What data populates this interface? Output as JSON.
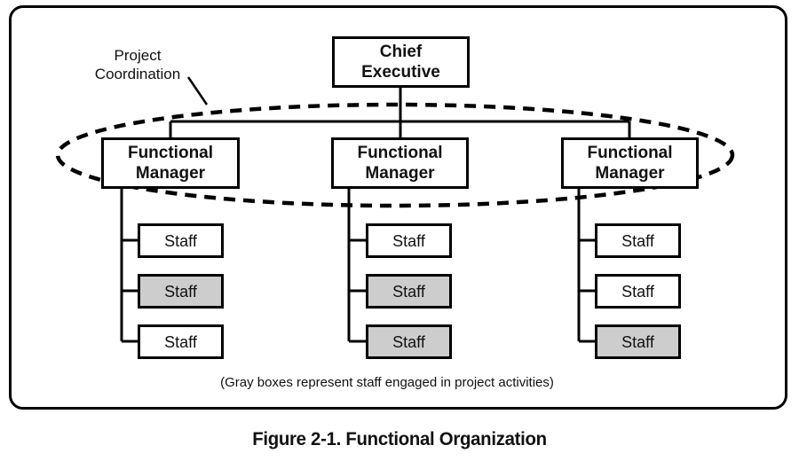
{
  "colors": {
    "line": "#000000",
    "gray_box": "#cdcdcd",
    "background": "#ffffff"
  },
  "annotation": {
    "line1": "Project",
    "line2": "Coordination"
  },
  "chart": {
    "root": {
      "line1": "Chief",
      "line2": "Executive"
    },
    "managers": [
      {
        "line1": "Functional",
        "line2": "Manager"
      },
      {
        "line1": "Functional",
        "line2": "Manager"
      },
      {
        "line1": "Functional",
        "line2": "Manager"
      }
    ],
    "columns": [
      {
        "staff": [
          {
            "label": "Staff",
            "gray": false
          },
          {
            "label": "Staff",
            "gray": true
          },
          {
            "label": "Staff",
            "gray": false
          }
        ]
      },
      {
        "staff": [
          {
            "label": "Staff",
            "gray": false
          },
          {
            "label": "Staff",
            "gray": true
          },
          {
            "label": "Staff",
            "gray": true
          }
        ]
      },
      {
        "staff": [
          {
            "label": "Staff",
            "gray": false
          },
          {
            "label": "Staff",
            "gray": false
          },
          {
            "label": "Staff",
            "gray": true
          }
        ]
      }
    ]
  },
  "caption": "(Gray boxes represent staff engaged in project activities)",
  "title": "Figure 2-1. Functional Organization"
}
